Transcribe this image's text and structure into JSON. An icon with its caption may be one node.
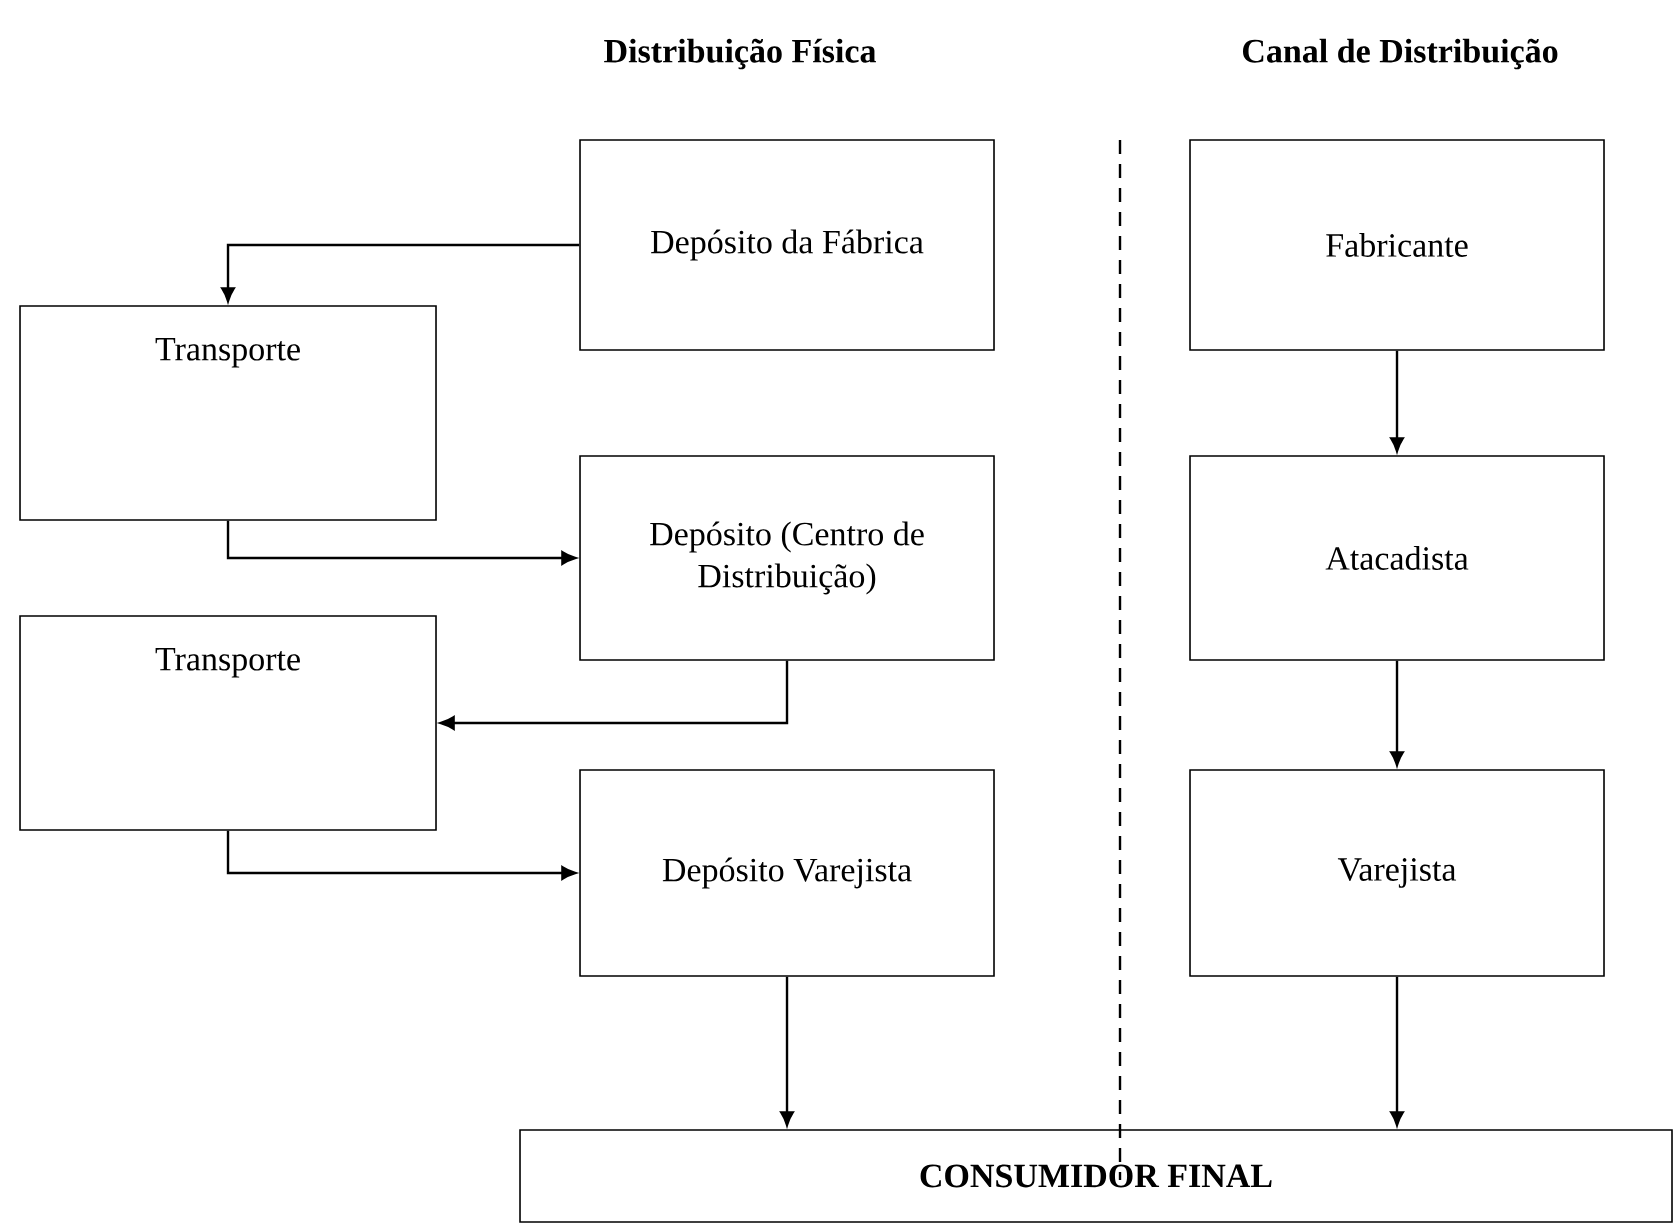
{
  "diagram": {
    "nodes": [
      {
        "text": [
          "Depósito da Fábrica"
        ]
      },
      {
        "text": [
          "Transporte"
        ]
      },
      {
        "text": [
          "Depósito (Centro de Distribuição)"
        ]
      },
      {
        "text": [
          "Transporte"
        ]
      },
      {
        "text": [
          "Depósito Varejista"
        ]
      },
      {
        "text": [
          "Fabricante"
        ]
      },
      {
        "text": [
          "Atacadista"
        ]
      },
      {
        "text": [
          "Varejista"
        ]
      },
      {
        "text": [
          "CONSUMIDOR FINAL"
        ]
      }
    ],
    "edges": [
      {
        "from": 0,
        "to": 1,
        "arrow": "to"
      },
      {
        "from": 1,
        "to": 2,
        "arrow": "to"
      },
      {
        "from": 2,
        "to": 3,
        "arrow": "to"
      },
      {
        "from": 3,
        "to": 4,
        "arrow": "to"
      },
      {
        "from": 4,
        "to": 8,
        "arrow": "to"
      },
      {
        "from": 5,
        "to": 6,
        "arrow": "to"
      },
      {
        "from": 6,
        "to": 7,
        "arrow": "to"
      },
      {
        "from": 7,
        "to": 8,
        "arrow": "to"
      }
    ],
    "labels": [
      "Distribuição Física",
      "Canal de Distribuição"
    ]
  }
}
